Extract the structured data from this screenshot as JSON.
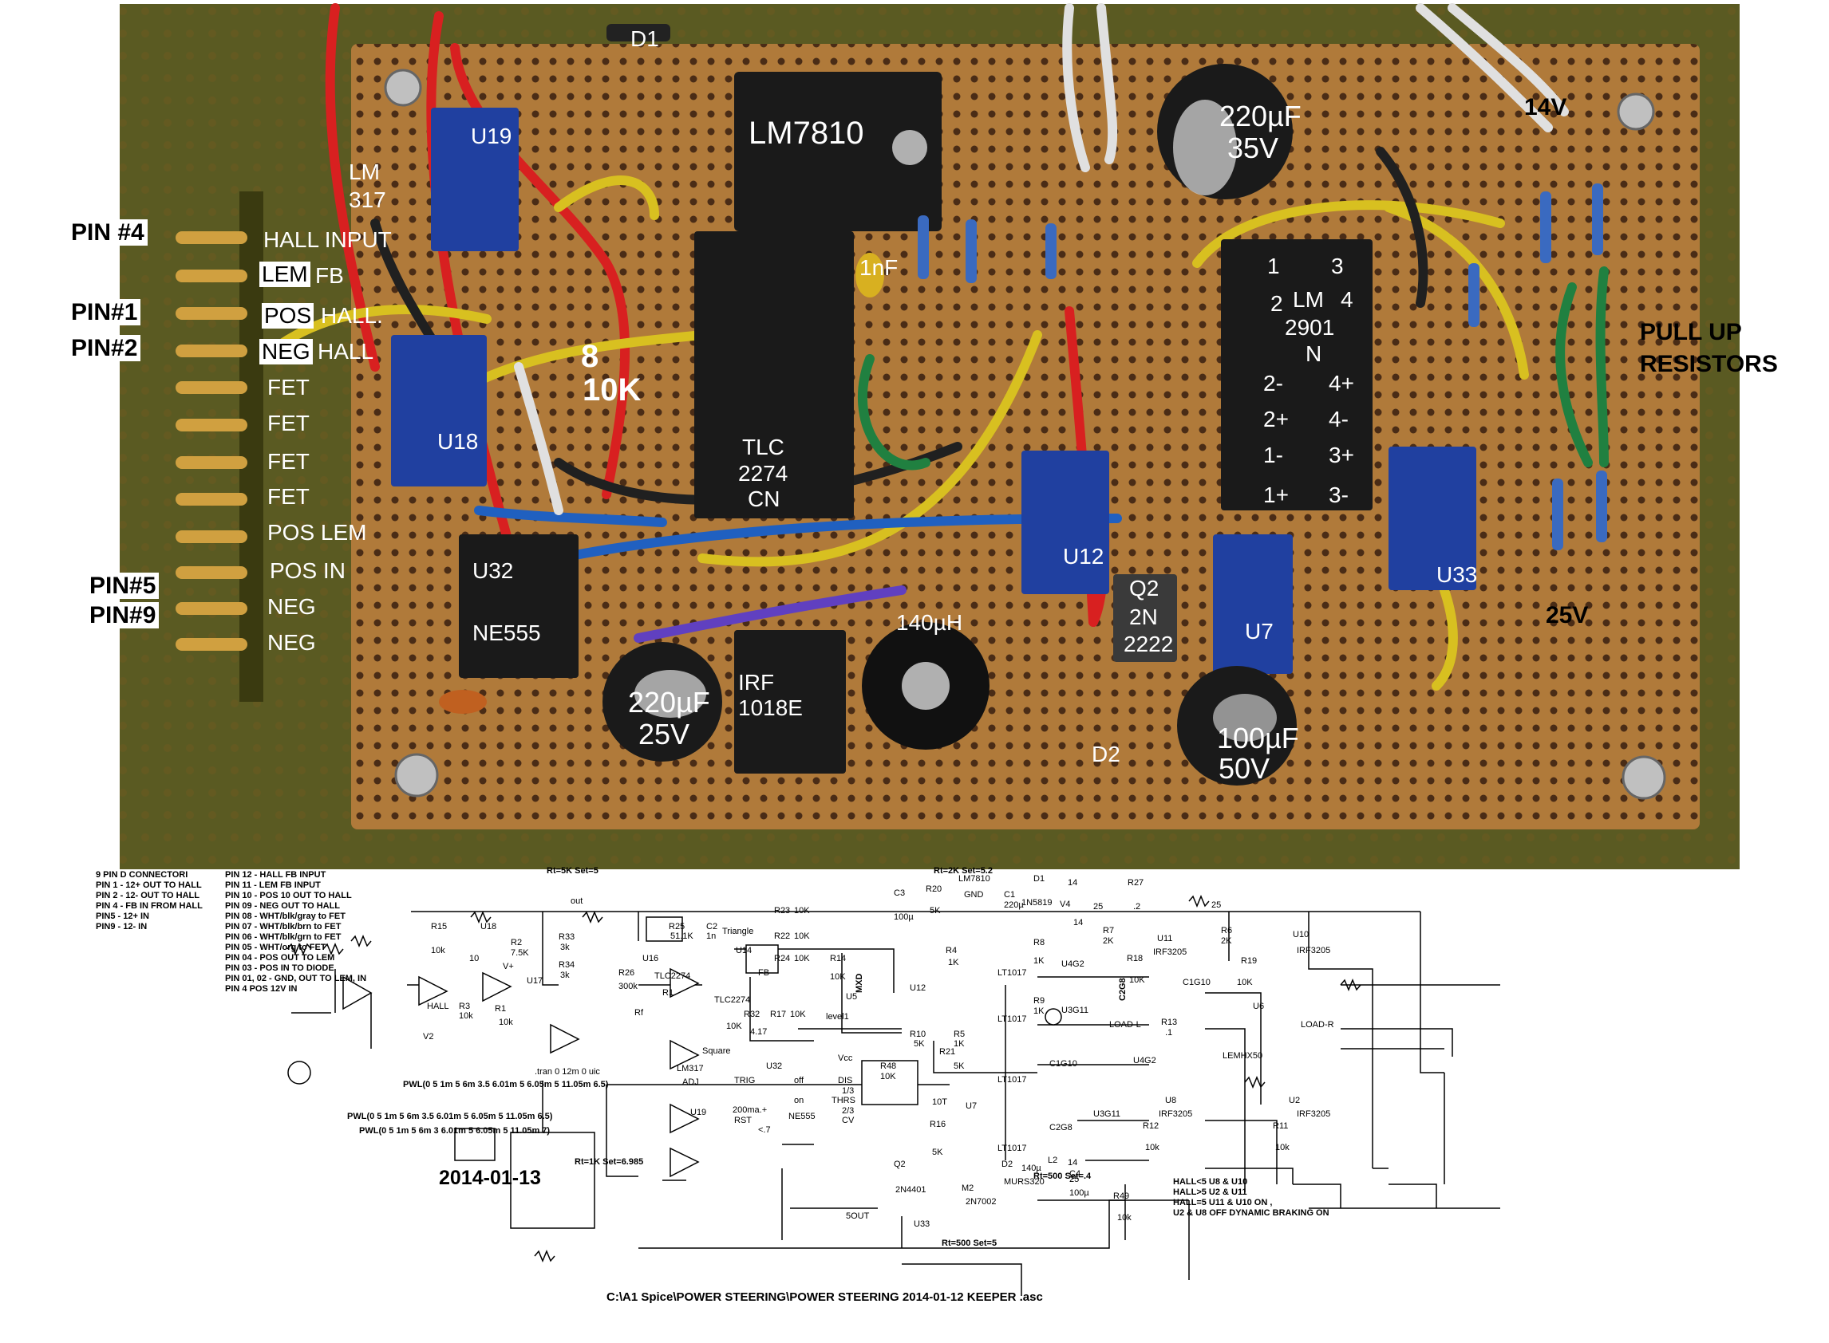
{
  "photo_labels": {
    "pin4": "PIN #4",
    "pin1": "PIN#1",
    "pin2": "PIN#2",
    "pin5": "PIN#5",
    "pin9": "PIN#9",
    "hall_input": "HALL INPUT",
    "lem": "LEM",
    "fb": "FB",
    "pos": "POS",
    "hall": "HALL.",
    "neg": "NEG",
    "hall2": "HALL",
    "fet": "FET",
    "pos_lem": "POS LEM",
    "pos_in": "POS   IN",
    "neg_a": "NEG",
    "neg_b": "NEG",
    "d1": "D1",
    "u19": "U19",
    "lm": "LM",
    "n317": "317",
    "lm7810": "LM7810",
    "cap220_35_a": "220µF",
    "cap220_35_b": "35V",
    "v14": "14V",
    "pull_up_a": "PULL UP",
    "pull_up_b": "RESISTORS",
    "nf1": "1nF",
    "u18": "U18",
    "n8": "8",
    "k10": "10K",
    "tlc_a": "TLC",
    "tlc_b": "2274",
    "tlc_c": "CN",
    "lm_1": "1",
    "lm_3": "3",
    "lm_2": "2",
    "lm_lm": "LM",
    "lm_4": "4",
    "lm_2901": "2901",
    "lm_n": "N",
    "lm_2m": "2-",
    "lm_4p": "4+",
    "lm_2p": "2+",
    "lm_4m": "4-",
    "lm_1m": "1-",
    "lm_3p": "3+",
    "lm_1p": "1+",
    "lm_3m": "3-",
    "u32": "U32",
    "ne555": "NE555",
    "u12": "U12",
    "q2": "Q2",
    "n2": "2N",
    "n2222": "2222",
    "u7": "U7",
    "u33": "U33",
    "v25": "25V",
    "l140": "140µH",
    "cap220_25_a": "220µF",
    "cap220_25_b": "25V",
    "irf_a": "IRF",
    "irf_b": "1018E",
    "d2": "D2",
    "cap100_a": "100µF",
    "cap100_b": "50V"
  },
  "schematic": {
    "connector_notes": [
      "9 PIN D CONNECTORI",
      "PIN 1 - 12+ OUT TO HALL",
      "PIN 2 - 12- OUT TO HALL",
      "PIN 4 - FB IN FROM HALL",
      "PIN5 - 12+ IN",
      "PIN9 - 12- IN"
    ],
    "pin_notes": [
      "PIN 12 - HALL FB INPUT",
      "PIN 11 -  LEM FB INPUT",
      "PIN 10 - POS 10 OUT TO HALL",
      "PIN 09 - NEG OUT TO HALL",
      "PIN 08 - WHT/blk/gray to FET",
      "PIN 07 - WHT/blk/brn to FET",
      "PIN 06 - WHT/blk/grn to FET",
      "PIN 05 - WHT/org to FET",
      "PIN 04 - POS OUT TO LEM",
      "PIN 03 - POS IN TO DIODE",
      "PIN 01, 02 - GND, OUT TO LEM, IN",
      "PIN 4 POS 12V IN"
    ],
    "date": "2014-01-13",
    "file_path": "C:\\A1 Spice\\POWER STEERING\\POWER STEERING 2014-01-12 KEEPER .asc",
    "tran": ".tran 0 12m 0 uic",
    "pwl1": "PWL(0 5 1m 5 6m 3.5 6.01m 5 6.05m 5 11.05m 6.5)",
    "pwl2": "PWL(0 5 1m 5 6m 3.5 6.01m 5 6.05m 5 11.05m 6.5)",
    "pwl3": "PWL(0 5 1m 5 6m 3 6.01m 5 6.05m 5 11.05m 7)",
    "hall_logic": [
      "HALL<5  U8 & U10",
      "HALL>5  U2 & U11",
      "HALL=5 U11 & U10 ON ,",
      "U2 & U8 OFF DYNAMIC BRAKING ON"
    ],
    "rt5k": "Rt=5K Set=5",
    "rt2k": "Rt=2K Set=5.2",
    "rt1k": "Rt=1K Set=6.985",
    "rt500a": "Rt=500 Set=.4",
    "rt500b": "Rt=500 Set=5",
    "labels": {
      "r15": "R15",
      "r15v": "10k",
      "u18": "U18",
      "r2": "R2",
      "r2v": "7.5K",
      "n10": "10",
      "u17": "U17",
      "vplus": "V+",
      "r3": "R3",
      "r3v": "10k",
      "r1": "R1",
      "r1v": "10k",
      "hall": "HALL",
      "v2": "V2",
      "out": "out",
      "r33": "R33",
      "r33v": "3k",
      "r34": "R34",
      "r34v": "3k",
      "r25": "R25",
      "r25v": "51.1K",
      "c2": "C2",
      "c2v": "1n",
      "triangle": "Triangle",
      "u16": "U16",
      "tlc2274a": "TLC2274",
      "r26": "R26",
      "r26v": "300k",
      "rf": "Rf",
      "r1b": "R1",
      "u14": "U14",
      "tlc2274b": "TLC2274",
      "r23": "R23",
      "r23v": "10K",
      "r22": "R22",
      "r22v": "10K",
      "r24": "R24",
      "r24v": "10K",
      "fb": "FB",
      "r32": "R32",
      "r32v": "10K",
      "r17": "R17",
      "r17v": "10K",
      "v417": "4.17",
      "r14": "R14",
      "r14v": "10K",
      "mxd": "MXD",
      "u5": "U5",
      "level1": "level1",
      "c3": "C3",
      "c3v": "100µ",
      "r20": "R20",
      "r20v": "5K",
      "lm7810": "LM7810",
      "gnd": "GND",
      "c1": "C1",
      "c1v": "220µ",
      "d1": "D1",
      "d1v": "1N5819",
      "v4": "V4",
      "n14": "14",
      "r27": "R27",
      "r27v": ".2",
      "n25": "25",
      "r7": "R7",
      "r7v": "2K",
      "r6": "R6",
      "r6v": "2K",
      "u11": "U11",
      "irf3205a": "IRF3205",
      "u10": "U10",
      "irf3205b": "IRF3205",
      "r4": "R4",
      "r4v": "1K",
      "r8": "R8",
      "r8v": "1K",
      "u4g2": "U4G2",
      "lt1017a": "LT1017",
      "u12": "U12",
      "r18": "R18",
      "r18v": "10K",
      "c1g10": "C1G10",
      "r19": "R19",
      "r19v": "10K",
      "r10": "R10",
      "r10v": "5K",
      "r5": "R5",
      "r5v": "1K",
      "r9": "R9",
      "r9v": "1K",
      "u3g11": "U3G11",
      "lt1017b": "LT1017",
      "c2g8": "C2G8",
      "r13": "R13",
      "r13v": ".1",
      "loadl": "LOAD-L",
      "u6": "U6",
      "loadr": "LOAD-R",
      "lemhx50": "LEMHX50",
      "square": "Square",
      "lm317": "LM317",
      "adj": "ADJ",
      "u19": "U19",
      "n10t": "10T",
      "u32": "U32",
      "ne555": "NE555",
      "r48": "R48",
      "r48v": "10K",
      "trig": "TRIG",
      "vcc": "Vcc",
      "dis": "DIS",
      "thrs": "THRS",
      "rst": "RST",
      "cv": "CV",
      "off": "off",
      "on": "on",
      "n13": "1/3",
      "n23": "2/3",
      "n200ma": "200ma.+",
      "n7": "<.7",
      "r21": "R21",
      "r21v": "5K",
      "c1g10b": "C1G10",
      "lt1017c": "LT1017",
      "u7": "U7",
      "r16": "R16",
      "r16v": "5K",
      "c2g8b": "C2G8",
      "lt1017d": "LT1017",
      "u4g2b": "U4G2",
      "u3g11b": "U3G11",
      "u8": "U8",
      "irf3205c": "IRF3205",
      "u2": "U2",
      "irf3205d": "IRF3205",
      "r12": "R12",
      "r12v": "10k",
      "r11": "R11",
      "r11v": "10k",
      "q2": "Q2",
      "q2v": "2N4401",
      "m2": "M2",
      "m2v": "2N7002",
      "d2": "D2",
      "d2v": "MURS320",
      "l2": "L2",
      "l2v": "140µ",
      "c4": "C4",
      "c4v": "100µ",
      "r49": "R49",
      "r49v": "10k",
      "fiveout": "5OUT",
      "u33": "U33"
    }
  }
}
